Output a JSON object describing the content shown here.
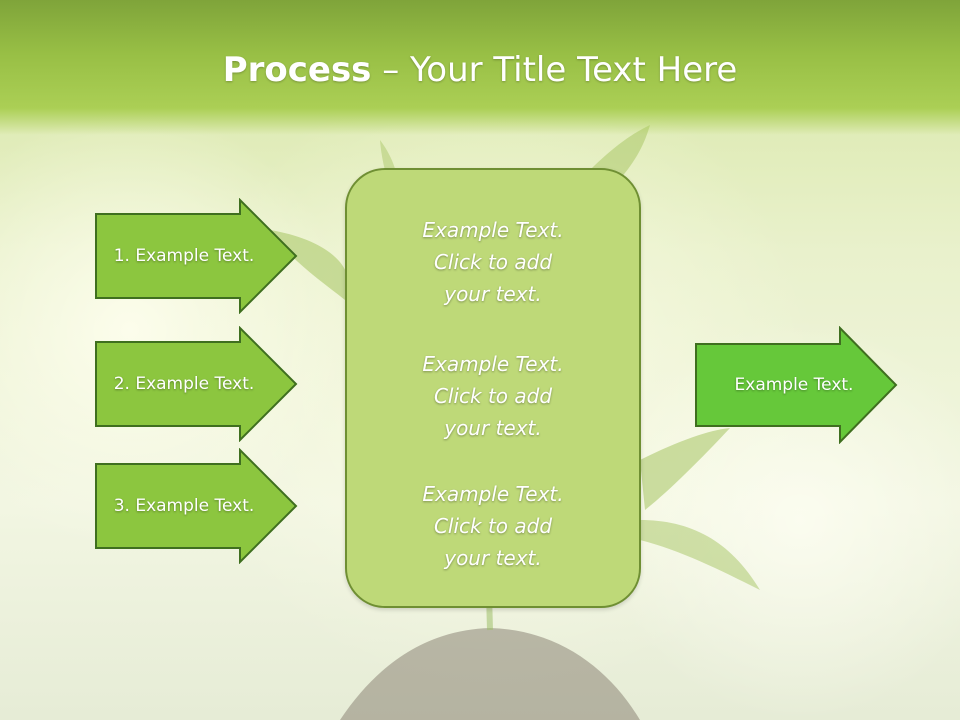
{
  "title": {
    "bold": "Process",
    "rest": " – Your Title Text Here"
  },
  "inputs": [
    {
      "label": "1. Example Text."
    },
    {
      "label": "2. Example Text."
    },
    {
      "label": "3. Example Text."
    }
  ],
  "center_box": {
    "blocks": [
      {
        "line1": "Example Text.",
        "line2": "Click  to add",
        "line3": "your text."
      },
      {
        "line1": "Example Text.",
        "line2": "Click  to add",
        "line3": "your text."
      },
      {
        "line1": "Example Text.",
        "line2": "Click  to add",
        "line3": "your text."
      }
    ]
  },
  "output": {
    "label": "Example Text."
  },
  "colors": {
    "header": "#98bf45",
    "arrow_fill": "#8cc63f",
    "arrow_stroke": "#3f6f1f",
    "output_fill": "#66c83a",
    "box_fill": "#bed978",
    "box_stroke": "#6f8f33"
  }
}
